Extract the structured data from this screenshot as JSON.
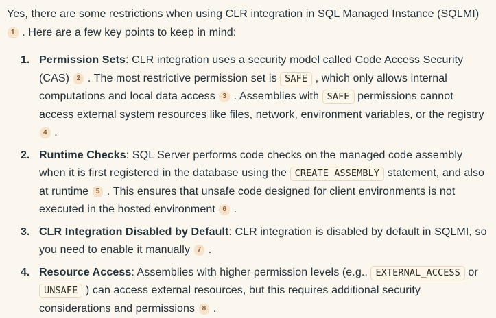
{
  "theme": {
    "background": "#FBF6EE",
    "text": "#22313A",
    "citation_bg": "#F5E3CB",
    "citation_text": "#8C5D33",
    "code_bg": "#FDF6EA",
    "code_border": "#E9D7BB",
    "code_text": "#2D2A23"
  },
  "intro": {
    "segments": [
      {
        "t": "text",
        "v": "Yes, there are some restrictions when using CLR integration in SQL Managed Instance (SQLMI) "
      },
      {
        "t": "cite",
        "v": "1"
      },
      {
        "t": "text",
        "v": " . Here are a few key points to keep in mind:"
      }
    ]
  },
  "list": {
    "items": [
      {
        "number": "1.",
        "segments": [
          {
            "t": "b",
            "v": "Permission Sets"
          },
          {
            "t": "text",
            "v": ": CLR integration uses a security model called Code Access Security (CAS) "
          },
          {
            "t": "cite",
            "v": "2"
          },
          {
            "t": "text",
            "v": " . The most restrictive permission set is "
          },
          {
            "t": "code",
            "v": "SAFE"
          },
          {
            "t": "text",
            "v": " , which only allows internal computations and local data access "
          },
          {
            "t": "cite",
            "v": "3"
          },
          {
            "t": "text",
            "v": " . Assemblies with "
          },
          {
            "t": "code",
            "v": "SAFE"
          },
          {
            "t": "text",
            "v": " permissions cannot access external system resources like files, network, environment variables, or the registry "
          },
          {
            "t": "cite",
            "v": "4"
          },
          {
            "t": "text",
            "v": " ."
          }
        ]
      },
      {
        "number": "2.",
        "segments": [
          {
            "t": "b",
            "v": "Runtime Checks"
          },
          {
            "t": "text",
            "v": ": SQL Server performs code checks on the managed code assembly when it is first registered in the database using the "
          },
          {
            "t": "code",
            "v": "CREATE ASSEMBLY"
          },
          {
            "t": "text",
            "v": " statement, and also at runtime "
          },
          {
            "t": "cite",
            "v": "5"
          },
          {
            "t": "text",
            "v": " . This ensures that unsafe code designed for client environments is not executed in the hosted environment "
          },
          {
            "t": "cite",
            "v": "6"
          },
          {
            "t": "text",
            "v": " ."
          }
        ]
      },
      {
        "number": "3.",
        "segments": [
          {
            "t": "b",
            "v": "CLR Integration Disabled by Default"
          },
          {
            "t": "text",
            "v": ": CLR integration is disabled by default in SQLMI, so you need to enable it manually "
          },
          {
            "t": "cite",
            "v": "7"
          },
          {
            "t": "text",
            "v": " ."
          }
        ]
      },
      {
        "number": "4.",
        "segments": [
          {
            "t": "b",
            "v": "Resource Access"
          },
          {
            "t": "text",
            "v": ": Assemblies with higher permission levels (e.g., "
          },
          {
            "t": "code",
            "v": "EXTERNAL_ACCESS"
          },
          {
            "t": "text",
            "v": " or "
          },
          {
            "t": "code",
            "v": "UNSAFE"
          },
          {
            "t": "text",
            "v": " ) can access external resources, but this requires additional security considerations and permissions "
          },
          {
            "t": "cite",
            "v": "8"
          },
          {
            "t": "text",
            "v": " ."
          }
        ]
      }
    ]
  }
}
